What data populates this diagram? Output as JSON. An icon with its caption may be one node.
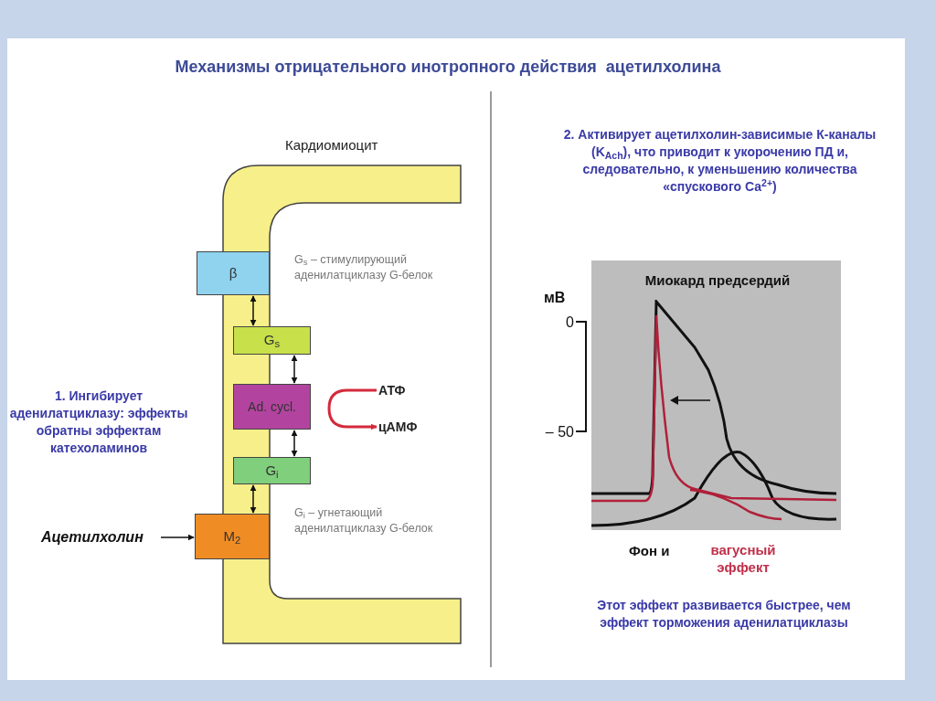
{
  "diagram": {
    "title": "Механизмы отрицательного инотропного действия  ацетилхолина",
    "nodes": [
      {
        "text": [
          "β"
        ]
      },
      {
        "text": [
          "G$_{s}$"
        ]
      },
      {
        "text": [
          "Ad. cycl."
        ]
      },
      {
        "text": [
          "G$_{i}$"
        ]
      },
      {
        "text": [
          "M$_{2}$"
        ]
      },
      {
        "text": [
          "Ацетилхолин"
        ]
      },
      {
        "text": [
          "АТФ"
        ]
      },
      {
        "text": [
          "цАМФ"
        ]
      }
    ],
    "edges": [
      {
        "from": 0,
        "to": 1,
        "arrow": "both"
      },
      {
        "from": 1,
        "to": 2,
        "arrow": "both"
      },
      {
        "from": 2,
        "to": 3,
        "arrow": "both"
      },
      {
        "from": 3,
        "to": 4,
        "arrow": "both"
      },
      {
        "from": 5,
        "to": 4,
        "arrow": "to"
      },
      {
        "from": 6,
        "to": 7,
        "arrow": "to",
        "color": "#d42a3a"
      }
    ],
    "labels": [
      "Кардиомиоцит",
      "G$_{s}$ – стимулирующий аденилатциклазу G-белок",
      "1. Ингибирует аденилатциклазу: эффекты обратны эффектам катехоламинов",
      "G$_{i}$ – угнетающий аденилатциклазу G-белок",
      "2. Активирует ацетилхолин-зависимые К-каналы (K$_{Ach}$), что приводит к укорочению ПД и, следовательно, к уменьшению количества «спускового Са$^{2+}$)",
      "Миокард предсердий",
      "мВ",
      "0",
      "– 50",
      "Фон и",
      "вагусный эффект",
      "Этот эффект развивается быстрее, чем эффект торможения аденилатциклазы"
    ]
  }
}
